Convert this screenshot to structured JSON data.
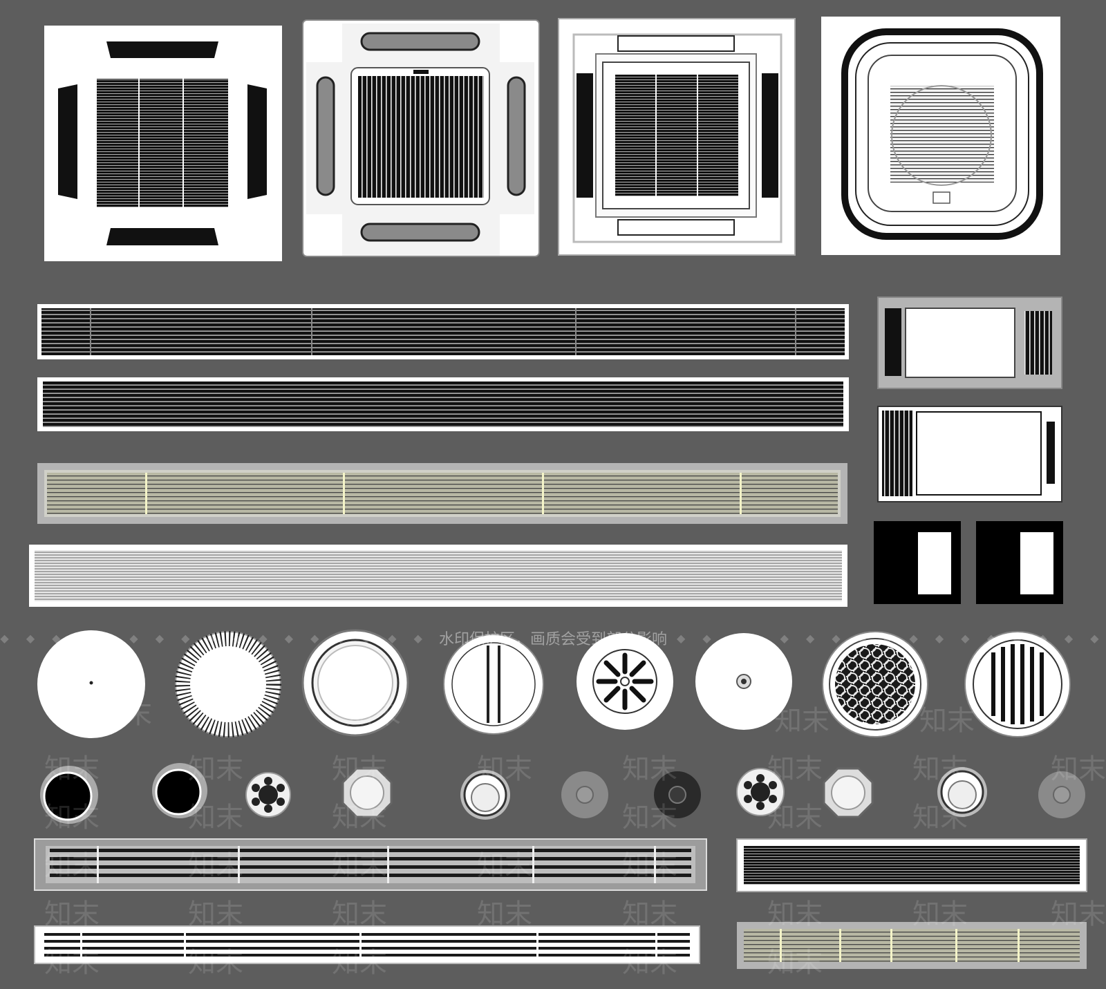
{
  "colors": {
    "background": "#5d5d5d",
    "panel_white": "#ffffff",
    "grille_black": "#111111",
    "frame_gray": "#9a9a9a",
    "olive_fill": "#b9b9a6"
  },
  "watermark": {
    "banner_text": "水印保护区，画质会受到部分影响",
    "mark_text": "知末"
  },
  "items": {
    "cassette_units": [
      "cassette-4way-slot",
      "cassette-rounded-slot",
      "cassette-frame-panel",
      "cassette-round-corner"
    ],
    "linear_grilles_top": [
      "grille-black-segmented",
      "grille-black-full",
      "grille-olive-frame",
      "grille-gray-lines"
    ],
    "side_units": [
      "exhaust-panel-gray",
      "exhaust-panel-white",
      "light-panel-left",
      "light-panel-right"
    ],
    "round_diffusers": [
      "disk-plain",
      "disk-radial",
      "disk-ring",
      "disk-split",
      "disk-swirl",
      "disk-dot",
      "disk-lattice",
      "disk-bars"
    ],
    "small_fixtures": [
      "downlight-black-a",
      "downlight-black-b",
      "gear-white-a",
      "octagon-a",
      "ring-light-a",
      "dome-gray-a",
      "dome-dark",
      "gear-white-b",
      "octagon-b",
      "ring-light-b",
      "dome-gray-b"
    ],
    "linear_grilles_bottom": [
      "slot-gray-long",
      "slot-gray-short",
      "slot-white-long",
      "slot-olive-short"
    ]
  }
}
